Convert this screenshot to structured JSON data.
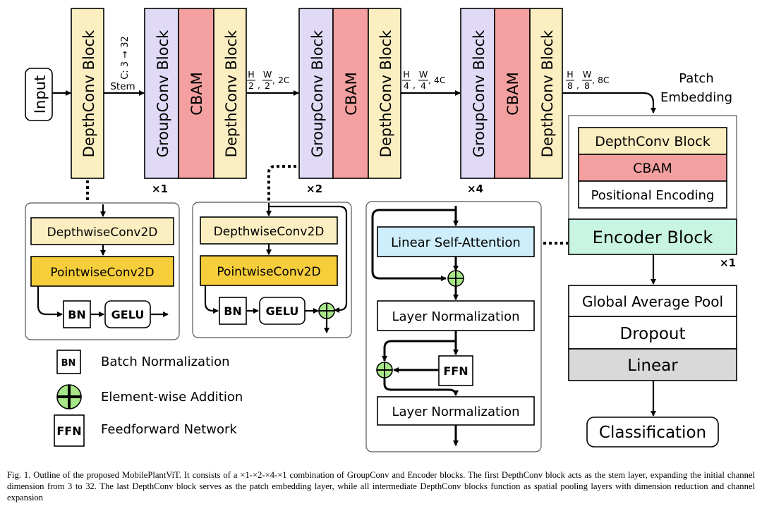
{
  "colors": {
    "depthconv": "#fbeec1",
    "groupconv": "#e0daf6",
    "cbam": "#f4a0a0",
    "depthwise": "#fbeec1",
    "pointwise": "#f6cd3b",
    "attention": "#cdeefa",
    "encoder": "#c8f4e2",
    "linear": "#d9d9d9",
    "addition": "#a7e787"
  },
  "top": {
    "input": "Input",
    "depthconv": "DepthConv Block",
    "groupconv": "GroupConv Block",
    "cbam": "CBAM",
    "stem_channels": "C: 3 → 32",
    "stem_label": "Stem",
    "dims1": {
      "h": "H",
      "hd": "2",
      "w": "W",
      "wd": "2",
      "c": ", 2C"
    },
    "dims2": {
      "h": "H",
      "hd": "4",
      "w": "W",
      "wd": "4",
      "c": ", 4C"
    },
    "dims3": {
      "h": "H",
      "hd": "8",
      "w": "W",
      "wd": "8",
      "c": ", 8C"
    },
    "rep1": "×1",
    "rep2": "×2",
    "rep3": "×4",
    "patch_line1": "Patch",
    "patch_line2": "Embedding"
  },
  "depth_panel": {
    "depthwise": "DepthwiseConv2D",
    "pointwise": "PointwiseConv2D",
    "bn": "BN",
    "gelu": "GELU"
  },
  "group_panel": {
    "depthwise": "DepthwiseConv2D",
    "pointwise": "PointwiseConv2D",
    "bn": "BN",
    "gelu": "GELU"
  },
  "encoder_panel": {
    "attention": "Linear Self-Attention",
    "norm1": "Layer Normalization",
    "ffn": "FFN",
    "norm2": "Layer Normalization"
  },
  "right": {
    "depthconv": "DepthConv Block",
    "cbam": "CBAM",
    "positional": "Positional Encoding",
    "encoder": "Encoder Block",
    "rep": "×1",
    "gap": "Global Average Pool",
    "dropout": "Dropout",
    "linear": "Linear",
    "classification": "Classification"
  },
  "legend": {
    "bn_symbol": "BN",
    "bn_text": "Batch Normalization",
    "add_text": "Element-wise Addition",
    "ffn_symbol": "FFN",
    "ffn_text": "Feedforward Network"
  },
  "caption": "Fig. 1.  Outline of the proposed MobilePlantViT. It consists of a ×1-×2-×4-×1 combination of GroupConv and Encoder blocks. The first DepthConv block acts as the stem layer, expanding the initial channel dimension from 3 to 32. The last DepthConv block serves as the patch embedding layer, while all intermediate DepthConv blocks function as spatial pooling layers with dimension reduction and channel expansion"
}
